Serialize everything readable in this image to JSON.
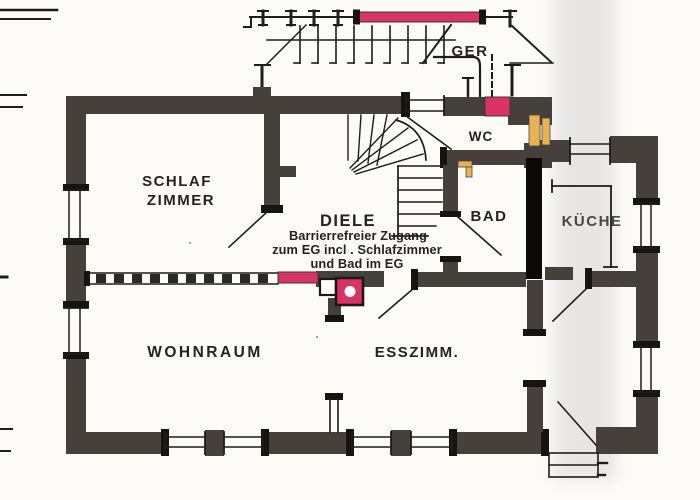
{
  "labels": {
    "geraeteraum": "GER",
    "wc": "WC",
    "bad": "BAD",
    "kueche": "KÜCHE",
    "diele": "DIELE",
    "schlafzimmer_line1": "SCHLAF",
    "schlafzimmer_line2": "ZIMMER",
    "wohnraum": "WOHNRAUM",
    "esszimmer": "ESSZIMM.",
    "note_line1": "Barrierrefreier Zugang",
    "note_line2": "zum EG incl . Schlafzimmer",
    "note_line3": "und Bad im EG"
  },
  "colors": {
    "highlight_pink": "#d93366",
    "highlight_orange": "#e8b253",
    "wall_dark": "#45403c",
    "wall_new_black": "#0b0a09",
    "ink": "#1f1c1a",
    "paper": "#fcfbf8",
    "scan_band": "#b9b9b9"
  }
}
